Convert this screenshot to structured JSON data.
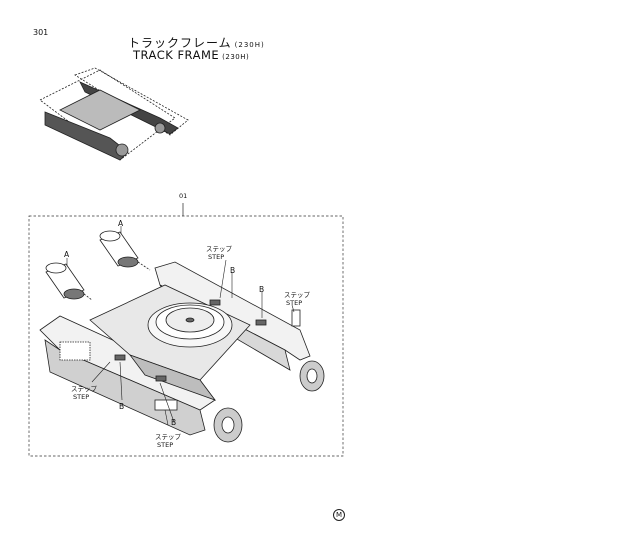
{
  "page": {
    "number": "301"
  },
  "title": {
    "japanese": "トラックフレーム",
    "english": "TRACK  FRAME",
    "model": "(230H)"
  },
  "callouts": {
    "assembly": "01",
    "part_a": "A",
    "part_b": "B",
    "step_ja": "ステップ",
    "step_en": "STEP"
  },
  "footer": {
    "mark": "M"
  }
}
